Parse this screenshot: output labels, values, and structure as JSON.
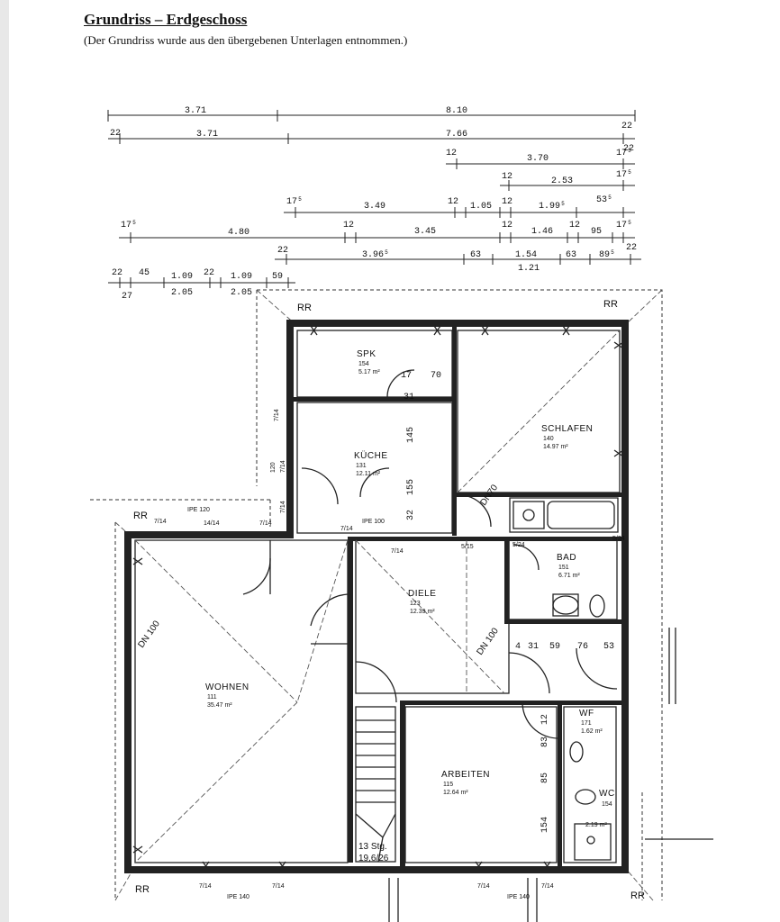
{
  "header": {
    "title": "Grundriss – Erdgeschoss",
    "subtitle": "(Der Grundriss wurde aus den übergebenen Unterlagen entnommen.)"
  },
  "dimension_rows": [
    [
      "3.71",
      "8.10",
      "22"
    ],
    [
      "22",
      "3.71",
      "7.66",
      "22"
    ],
    [
      "12",
      "3.70",
      "17⁵"
    ],
    [
      "12",
      "2.53",
      "17⁵"
    ],
    [
      "17⁵",
      "3.49",
      "12",
      "1.05",
      "12",
      "1.99⁵",
      "53⁵"
    ],
    [
      "17⁵",
      "4.80",
      "12",
      "3.45",
      "12",
      "1.46",
      "12",
      "95",
      "17⁵"
    ],
    [
      "22",
      "3.96⁵",
      "63",
      "1.54",
      "1.21",
      "63",
      "89⁵",
      "22"
    ],
    [
      "22",
      "45",
      "27",
      "1.09",
      "2.05",
      "22",
      "1.09",
      "2.05",
      "59"
    ]
  ],
  "rooms": {
    "spk": {
      "name": "SPK",
      "num": "154",
      "area": "5.17 m²"
    },
    "kueche": {
      "name": "KÜCHE",
      "num": "131",
      "area": "12.11 m²"
    },
    "schlafen": {
      "name": "SCHLAFEN",
      "num": "140",
      "area": "14.97 m²"
    },
    "bad": {
      "name": "BAD",
      "num": "151",
      "area": "6.71 m²"
    },
    "diele": {
      "name": "DIELE",
      "num": "123",
      "area": "12.39 m²"
    },
    "wohnen": {
      "name": "WOHNEN",
      "num": "111",
      "area": "35.47 m²"
    },
    "arbeiten": {
      "name": "ARBEITEN",
      "num": "115",
      "area": "12.64 m²"
    },
    "wf": {
      "name": "WF",
      "num": "171",
      "area": "1.62 m²"
    },
    "wc": {
      "name": "WC",
      "num": "154",
      "area": "2.19 m²"
    }
  },
  "labels": {
    "rr": "RR",
    "ipe120": "IPE 120",
    "ipe100": "IPE 100",
    "ipe140": "IPE 140",
    "dn100": "DN 100",
    "dn70": "DN70",
    "stairs_count": "13 Stg.",
    "stairs_ratio": "19,6/26",
    "w714": "7/14",
    "w1414": "14/14",
    "w515": "5/15",
    "w524": "5/24",
    "k17": "17",
    "k70": "70",
    "k31": "31",
    "k145": "145",
    "k155": "155",
    "k32": "32",
    "b4": "4",
    "b31": "31",
    "b59": "59",
    "b76": "76",
    "b53": "53",
    "s12": "12",
    "s83": "83",
    "s85": "85",
    "s154": "154",
    "h120": "120"
  }
}
